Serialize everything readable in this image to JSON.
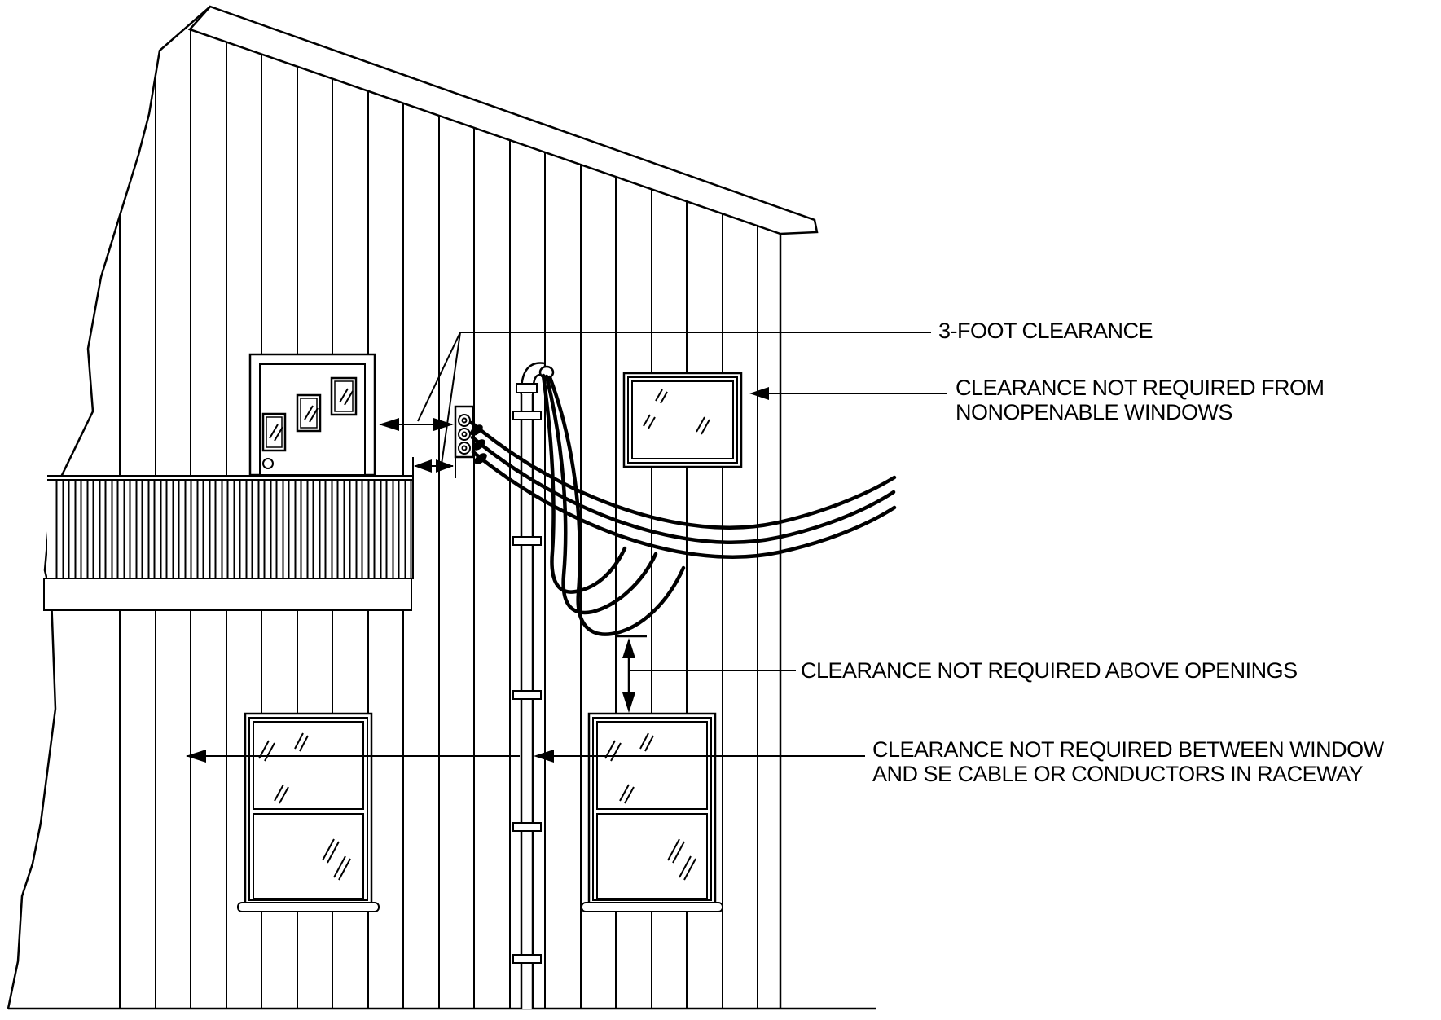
{
  "figure": {
    "title": "Service-entrance conductor clearance diagram",
    "colors": {
      "line": "#000000",
      "background": "#ffffff"
    },
    "labels": {
      "three_foot": {
        "text": "3-FOOT CLEARANCE"
      },
      "nonopenable": {
        "text": "CLEARANCE NOT REQUIRED FROM\nNONOPENABLE WINDOWS"
      },
      "above_openings": {
        "text": "CLEARANCE NOT REQUIRED ABOVE OPENINGS"
      },
      "between_window": {
        "text": "CLEARANCE NOT REQUIRED BETWEEN WINDOW\nAND SE CABLE OR CONDUCTORS IN RACEWAY"
      }
    }
  }
}
